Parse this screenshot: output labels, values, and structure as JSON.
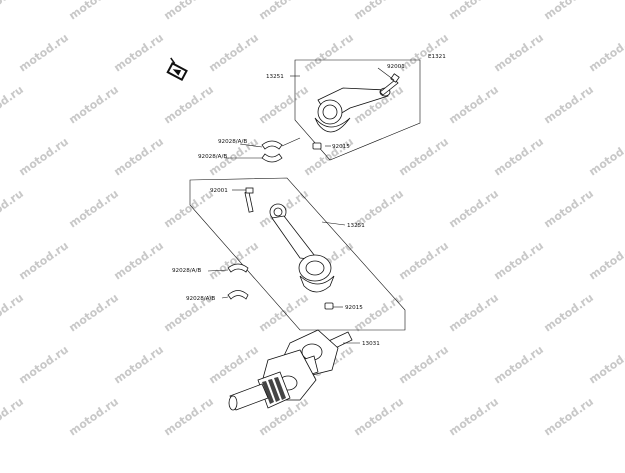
{
  "diagram_code": "E1321",
  "watermark": "motod.ru",
  "labels": {
    "top_group": "13251",
    "top_bolt": "92001",
    "top_nut": "92015",
    "top_bearing_1": "92028/A/B",
    "top_bearing_2": "92028/A/B",
    "mid_bolt": "92001",
    "mid_group": "13251",
    "mid_bearing_1": "92028/A/B",
    "mid_bearing_2": "92028/A/B",
    "mid_nut": "92015",
    "crankshaft": "13031"
  }
}
